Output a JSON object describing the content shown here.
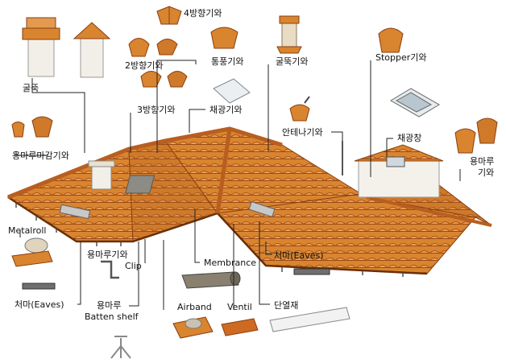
{
  "labels": {
    "chimney": "굴뚝",
    "four_way_tile": "4방향기와",
    "two_way_tile": "2방향기와",
    "vent_tile": "통풍기와",
    "chimney_tile": "굴뚝기와",
    "stopper_tile": "Stopper기와",
    "three_way_tile": "3방향기와",
    "skylight_tile": "채광기와",
    "antenna_tile": "안테나기와",
    "skylight_window": "채광창",
    "ridge_end_tile": "용마루마감기와",
    "ridge_tile_line1": "용마루",
    "ridge_tile_line2": "기와",
    "metalroll": "Metalroll",
    "ridge_clip_line1": "용마루기와",
    "ridge_clip_line2": "Clip",
    "membrane": "Membrance",
    "eaves_right": "처마(Eaves)",
    "eaves_left": "처마(Eaves)",
    "batten_shelf_line1": "용마루",
    "batten_shelf_line2": "Batten shelf",
    "airband": "Airband",
    "ventil": "Ventil",
    "insulation": "단열재"
  },
  "colors": {
    "tile": "#d9842f",
    "tile_dark": "#a9541a",
    "tile_light": "#eda45a",
    "chimney": "#f2efe8",
    "leader": "#222222"
  }
}
